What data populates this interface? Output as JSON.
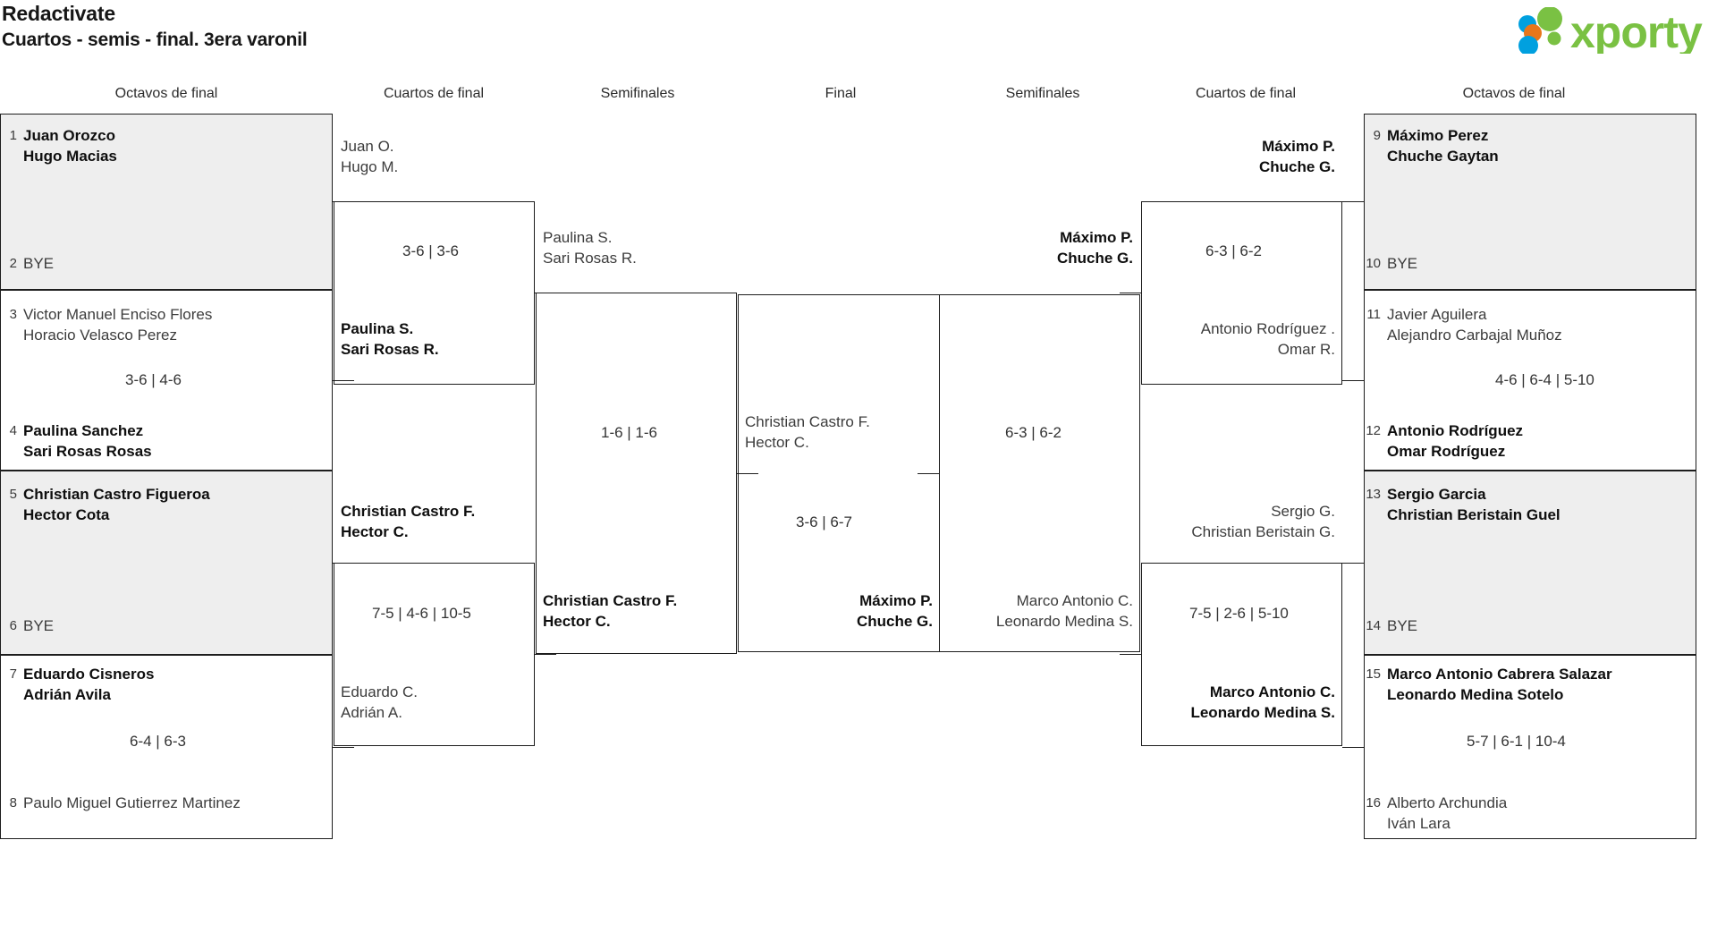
{
  "header": {
    "title": "Redactivate",
    "subtitle": "Cuartos - semis - final. 3era varonil",
    "logo_text": "xporty",
    "logo_colors": {
      "green": "#7ac143",
      "blue": "#00a0df",
      "orange": "#e8761a"
    }
  },
  "round_headers": {
    "left_r16": "Octavos de final",
    "left_qf": "Cuartos de final",
    "left_sf": "Semifinales",
    "final": "Final",
    "right_sf": "Semifinales",
    "right_qf": "Cuartos de final",
    "right_r16": "Octavos de final"
  },
  "left_r16": [
    {
      "top": {
        "seed": "1",
        "line1": "Juan Orozco",
        "line2": "Hugo Macias",
        "result": "winner"
      },
      "bottom": {
        "seed": "2",
        "line1": "BYE",
        "line2": "",
        "result": "loser"
      },
      "score": "",
      "shaded": true
    },
    {
      "top": {
        "seed": "3",
        "line1": "Victor Manuel Enciso Flores",
        "line2": "Horacio Velasco Perez",
        "result": "loser"
      },
      "bottom": {
        "seed": "4",
        "line1": "Paulina Sanchez",
        "line2": "Sari Rosas Rosas",
        "result": "winner"
      },
      "score": "3-6 | 4-6",
      "shaded": false
    },
    {
      "top": {
        "seed": "5",
        "line1": "Christian Castro Figueroa",
        "line2": "Hector Cota",
        "result": "winner"
      },
      "bottom": {
        "seed": "6",
        "line1": "BYE",
        "line2": "",
        "result": "loser"
      },
      "score": "",
      "shaded": true
    },
    {
      "top": {
        "seed": "7",
        "line1": "Eduardo Cisneros",
        "line2": "Adrián Avila",
        "result": "winner"
      },
      "bottom": {
        "seed": "8",
        "line1": "Paulo Miguel Gutierrez Martinez",
        "line2": "",
        "result": "loser"
      },
      "score": "6-4 | 6-3",
      "shaded": false
    }
  ],
  "right_r16": [
    {
      "top": {
        "seed": "9",
        "line1": "Máximo Perez",
        "line2": "Chuche Gaytan",
        "result": "winner"
      },
      "bottom": {
        "seed": "10",
        "line1": "BYE",
        "line2": "",
        "result": "loser"
      },
      "score": "",
      "shaded": true
    },
    {
      "top": {
        "seed": "11",
        "line1": "Javier Aguilera",
        "line2": "Alejandro Carbajal Muñoz",
        "result": "loser"
      },
      "bottom": {
        "seed": "12",
        "line1": "Antonio Rodríguez",
        "line2": "Omar Rodríguez",
        "result": "winner"
      },
      "score": "4-6 | 6-4 | 5-10",
      "shaded": false
    },
    {
      "top": {
        "seed": "13",
        "line1": "Sergio Garcia",
        "line2": "Christian Beristain Guel",
        "result": "winner"
      },
      "bottom": {
        "seed": "14",
        "line1": "BYE",
        "line2": "",
        "result": "loser"
      },
      "score": "",
      "shaded": true
    },
    {
      "top": {
        "seed": "15",
        "line1": "Marco Antonio Cabrera Salazar",
        "line2": "Leonardo Medina Sotelo",
        "result": "winner"
      },
      "bottom": {
        "seed": "16",
        "line1": "Alberto Archundia",
        "line2": "Iván Lara",
        "result": "loser"
      },
      "score": "5-7 | 6-1 | 10-4",
      "shaded": false
    }
  ],
  "left_qf": [
    {
      "top": {
        "line1": "Juan O.",
        "line2": "Hugo M.",
        "result": "loser"
      },
      "bottom": {
        "line1": "Paulina S.",
        "line2": "Sari Rosas R.",
        "result": "winner"
      },
      "score": "3-6 | 3-6"
    },
    {
      "top": {
        "line1": "Christian Castro F.",
        "line2": "Hector C.",
        "result": "winner"
      },
      "bottom": {
        "line1": "Eduardo C.",
        "line2": "Adrián A.",
        "result": "loser"
      },
      "score": "7-5 | 4-6 | 10-5"
    }
  ],
  "right_qf": [
    {
      "top": {
        "line1": "Máximo P.",
        "line2": "Chuche G.",
        "result": "winner"
      },
      "bottom": {
        "line1": "Antonio Rodríguez .",
        "line2": "Omar R.",
        "result": "loser"
      },
      "score": "6-3 | 6-2"
    },
    {
      "top": {
        "line1": "Sergio G.",
        "line2": "Christian Beristain G.",
        "result": "loser"
      },
      "bottom": {
        "line1": "Marco Antonio C.",
        "line2": "Leonardo Medina S.",
        "result": "winner"
      },
      "score": "7-5 | 2-6 | 5-10"
    }
  ],
  "left_sf": {
    "top": {
      "line1": "Paulina S.",
      "line2": "Sari Rosas R.",
      "result": "loser"
    },
    "bottom": {
      "line1": "Christian Castro F.",
      "line2": "Hector C.",
      "result": "winner"
    },
    "score": "1-6 | 1-6"
  },
  "right_sf": {
    "top": {
      "line1": "Máximo P.",
      "line2": "Chuche G.",
      "result": "winner"
    },
    "bottom": {
      "line1": "Marco Antonio C.",
      "line2": "Leonardo Medina S.",
      "result": "loser"
    },
    "score": "6-3 | 6-2"
  },
  "final": {
    "left": {
      "line1": "Christian Castro F.",
      "line2": "Hector C.",
      "result": "loser"
    },
    "right": {
      "line1": "Máximo P.",
      "line2": "Chuche G.",
      "result": "winner"
    },
    "score": "3-6 | 6-7"
  }
}
